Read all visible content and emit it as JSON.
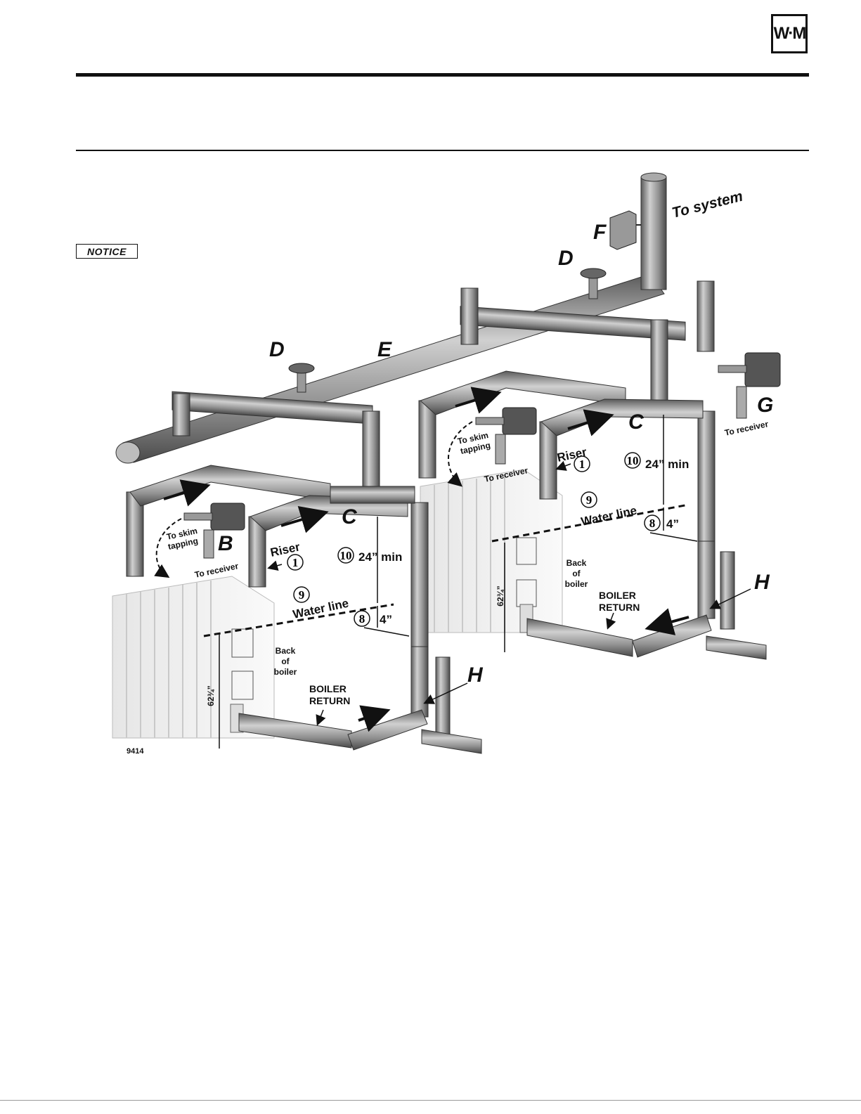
{
  "header": {
    "logo_text": "W·M"
  },
  "notice": {
    "label": "NOTICE"
  },
  "figure": {
    "figure_number": "9414",
    "to_system": "To system",
    "labels": {
      "B": "B",
      "C": "C",
      "D": "D",
      "E": "E",
      "F": "F",
      "G": "G",
      "H": "H"
    },
    "callouts": {
      "riser": "Riser",
      "num1": "1",
      "num8": "8",
      "num9": "9",
      "num10": "10",
      "water_line": "Water line",
      "min24": "24” min",
      "four_in": "4”",
      "height": "62¾”",
      "to_skim": "To skim",
      "tapping": "tapping",
      "to_receiver": "To receiver",
      "back": "Back",
      "of": "of",
      "boiler": "boiler",
      "boiler_return_1": "BOILER",
      "boiler_return_2": "RETURN"
    }
  },
  "colors": {
    "pipe": "#8a8a8a",
    "pipe_dark": "#555555",
    "pipe_light": "#c8c8c8",
    "ink": "#111111"
  }
}
